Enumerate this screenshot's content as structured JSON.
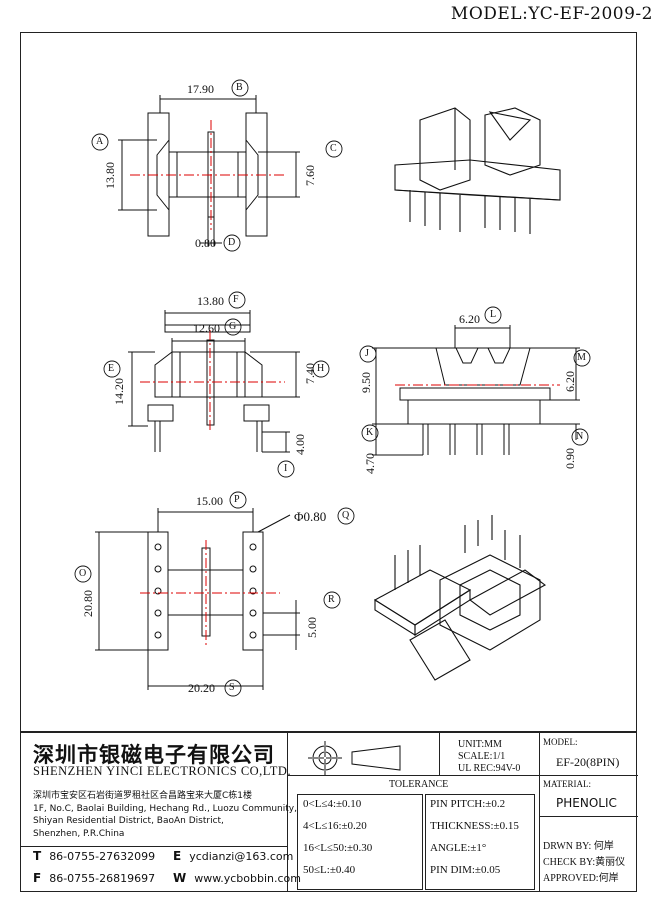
{
  "model_title": "MODEL:YC-EF-2009-2",
  "dims": {
    "d1": "17.90",
    "d2": "13.80",
    "d3": "7.60",
    "d4": "0.80",
    "d5": "13.80",
    "d6": "12.60",
    "d7": "14.20",
    "d8": "7.40",
    "d9": "4.00",
    "d10": "6.20",
    "d11": "9.50",
    "d12": "6.20",
    "d13": "4.70",
    "d14": "0.90",
    "d15": "15.00",
    "d16": "Φ0.80",
    "d17": "20.80",
    "d18": "5.00",
    "d19": "20.20"
  },
  "callouts": [
    "A",
    "B",
    "C",
    "D",
    "E",
    "F",
    "G",
    "H",
    "I",
    "J",
    "K",
    "L",
    "M",
    "N",
    "O",
    "P",
    "Q",
    "R",
    "S"
  ],
  "title_block": {
    "company_cn": "深圳市银磁电子有限公司",
    "company_en": "SHENZHEN YINCI ELECTRONICS CO,LTD.",
    "address_lines": [
      "深圳市宝安区石岩街道罗租社区合昌路宝来大厦C栋1楼",
      "1F, No.C, Baolai Building, Hechang Rd., Luozu Community,",
      "Shiyan Residential District, BaoAn District,",
      "Shenzhen, P.R.China"
    ],
    "tel_label": "T",
    "tel": "86-0755-27632099",
    "fax_label": "F",
    "fax": "86-0755-26819697",
    "email_label": "E",
    "email": "ycdianzi@163.com",
    "web_label": "W",
    "web": "www.ycbobbin.com",
    "unit": "UNIT:MM",
    "scale": "SCALE:1/1",
    "ul": "UL REC:94V-0",
    "model_label": "MODEL:",
    "model_value": "EF-20(8PIN)",
    "material_label": "MATERIAL:",
    "material_value": "PHENOLIC",
    "tolerance_label": "TOLERANCE",
    "tol_left": [
      "0<L≤4:±0.10",
      "4<L≤16:±0.20",
      "16<L≤50:±0.30",
      "50≤L:±0.40"
    ],
    "tol_right": [
      "PIN PITCH:±0.2",
      "THICKNESS:±0.15",
      "ANGLE:±1°",
      "PIN DIM:±0.05"
    ],
    "drawn": "DRWN BY: 何岸",
    "check": "CHECK BY:黄丽仪",
    "approved": "APPROVED:何岸"
  }
}
